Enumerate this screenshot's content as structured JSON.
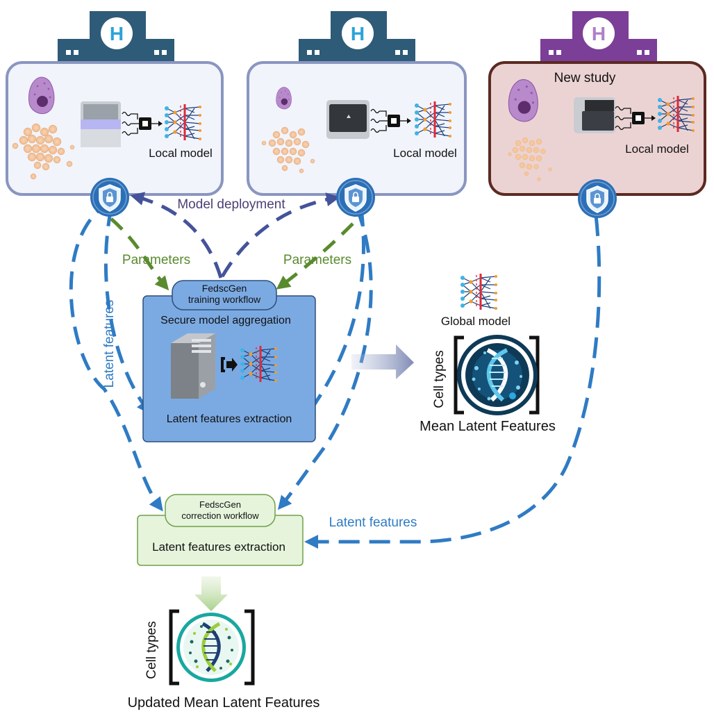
{
  "hospitals": [
    {
      "id": "site1",
      "badge": "H",
      "model_label": "Local model"
    },
    {
      "id": "site2",
      "badge": "H",
      "model_label": "Local model"
    },
    {
      "id": "new_study",
      "badge": "H",
      "title": "New study",
      "model_label": "Local model"
    }
  ],
  "flows": {
    "model_deployment": "Model deployment",
    "parameters_left": "Parameters",
    "parameters_right": "Parameters",
    "latent_features_left": "Latent features",
    "latent_features_right": "Latent features"
  },
  "training_box": {
    "tab_line1": "FedscGen",
    "tab_line2": "training workflow",
    "title": "Secure model aggregation",
    "footer": "Latent features extraction"
  },
  "global_model": {
    "label": "Global model",
    "axis_label": "Cell types",
    "caption": "Mean Latent Features"
  },
  "correction_box": {
    "tab_line1": "FedscGen",
    "tab_line2": "correction workflow",
    "body": "Latent features extraction"
  },
  "updated": {
    "axis_label": "Cell types",
    "caption": "Updated Mean Latent Features"
  },
  "colors": {
    "hospital_blue": "#2e5b78",
    "hospital_purple": "#7b3f98",
    "panel_border": "#8a96c0",
    "panel_fill": "#f1f4fb",
    "new_study_border": "#5b2a22",
    "new_study_fill": "#ecd3d3",
    "dashed_blue": "#2f7bc4",
    "dashed_navy": "#44539a",
    "green": "#5a8a2e",
    "training_fill": "#7baae3",
    "correction_fill": "#e6f4dc"
  }
}
